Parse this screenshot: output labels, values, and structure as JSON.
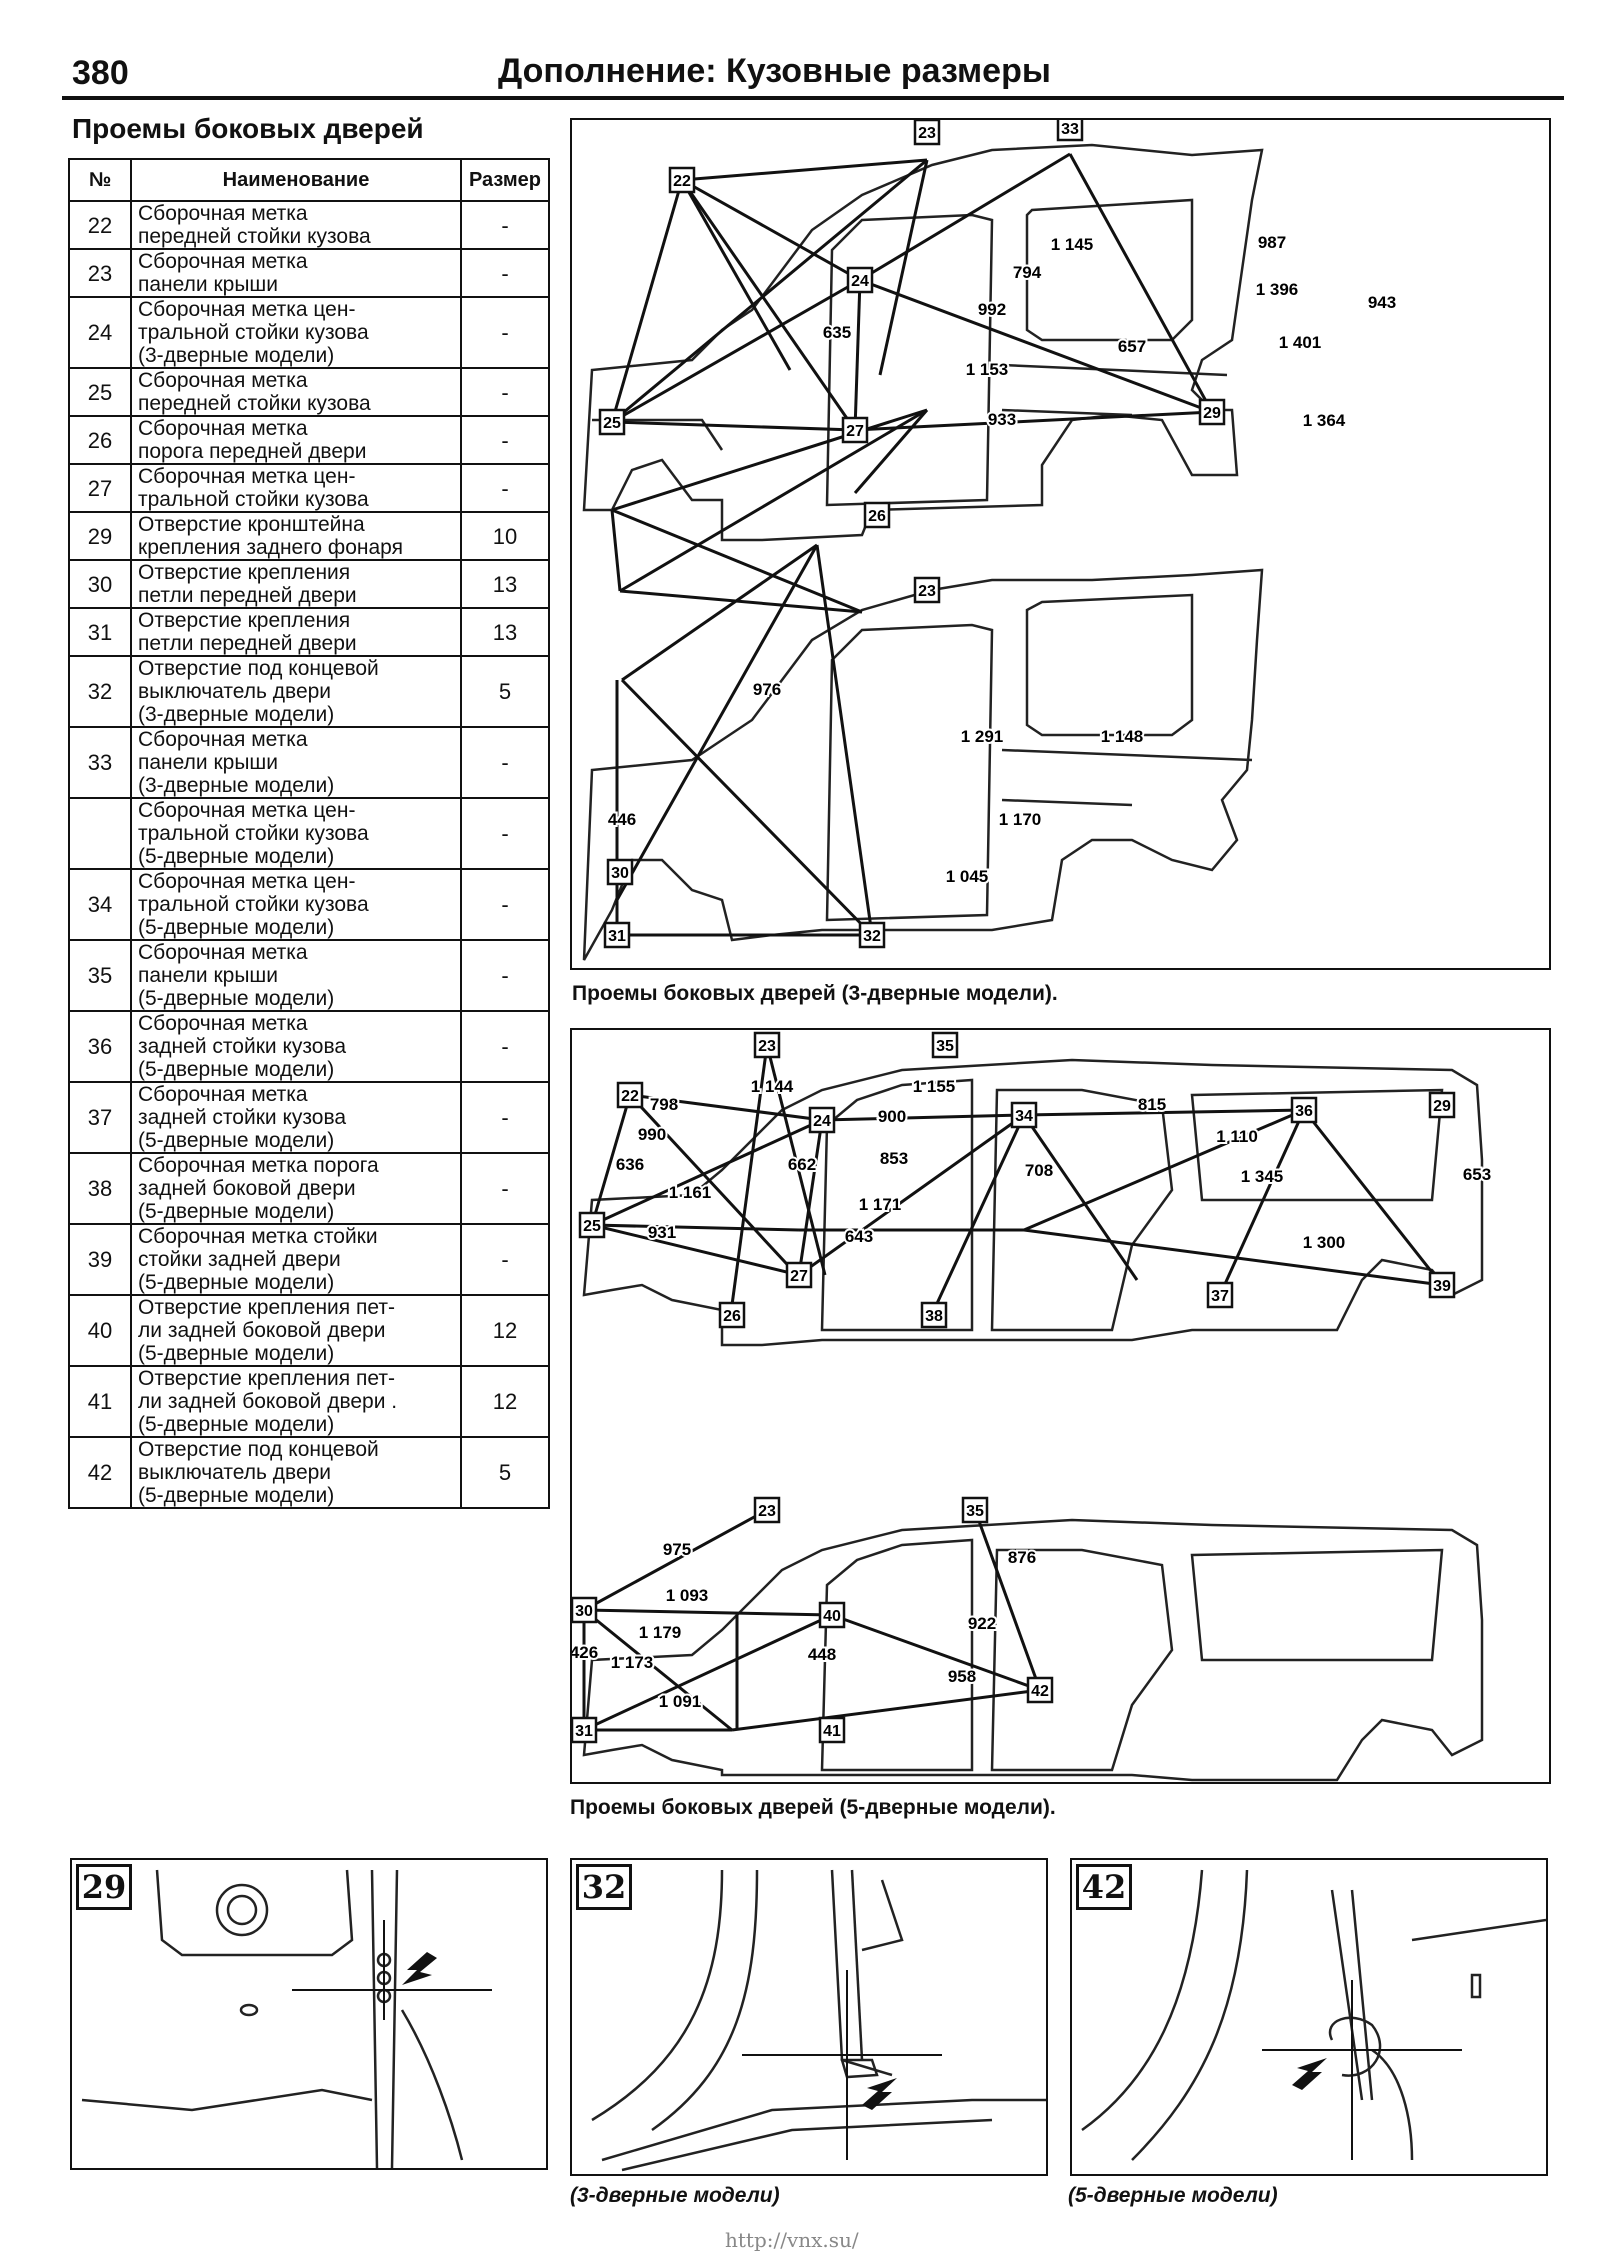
{
  "header": {
    "page_number": "380",
    "title": "Дополнение: Кузовные размеры"
  },
  "section_title": "Проемы боковых дверей",
  "table": {
    "headers": {
      "num": "№",
      "name": "Наименование",
      "size": "Размер"
    },
    "rows": [
      {
        "num": "22",
        "lines": [
          "Сборочная метка",
          "передней стойки кузова"
        ],
        "size": "-"
      },
      {
        "num": "23",
        "lines": [
          "Сборочная метка",
          "панели крыши"
        ],
        "size": "-"
      },
      {
        "num": "24",
        "lines": [
          "Сборочная метка цен-",
          "тральной стойки кузова",
          "(3-дверные модели)"
        ],
        "size": "-"
      },
      {
        "num": "25",
        "lines": [
          "Сборочная метка",
          "передней стойки кузова"
        ],
        "size": "-"
      },
      {
        "num": "26",
        "lines": [
          "Сборочная метка",
          "порога передней двери"
        ],
        "size": "-"
      },
      {
        "num": "27",
        "lines": [
          "Сборочная метка цен-",
          "тральной стойки кузова"
        ],
        "size": "-"
      },
      {
        "num": "29",
        "lines": [
          "Отверстие кронштейна",
          "крепления заднего фонаря"
        ],
        "size": "10"
      },
      {
        "num": "30",
        "lines": [
          "Отверстие крепления",
          "петли передней двери"
        ],
        "size": "13"
      },
      {
        "num": "31",
        "lines": [
          "Отверстие крепления",
          "петли передней двери"
        ],
        "size": "13"
      },
      {
        "num": "32",
        "lines": [
          "Отверстие под концевой",
          "выключатель двери",
          "(3-дверные модели)"
        ],
        "size": "5"
      },
      {
        "num": "33",
        "lines": [
          "Сборочная метка",
          "панели крыши",
          "(3-дверные модели)"
        ],
        "size": "-"
      },
      {
        "num": "",
        "lines": [
          "Сборочная метка цен-",
          "тральной стойки кузова",
          "(5-дверные модели)"
        ],
        "size": "-"
      },
      {
        "num": "34",
        "lines": [
          "Сборочная метка цен-",
          "тральной стойки кузова",
          "(5-дверные модели)"
        ],
        "size": "-"
      },
      {
        "num": "35",
        "lines": [
          "Сборочная метка",
          "панели крыши",
          "(5-дверные модели)"
        ],
        "size": "-"
      },
      {
        "num": "36",
        "lines": [
          "Сборочная метка",
          "задней стойки кузова",
          "(5-дверные модели)"
        ],
        "size": "-"
      },
      {
        "num": "37",
        "lines": [
          "Сборочная метка",
          "задней стойки кузова",
          "(5-дверные модели)"
        ],
        "size": "-"
      },
      {
        "num": "38",
        "lines": [
          "Сборочная метка порога",
          "задней боковой двери",
          "(5-дверные модели)"
        ],
        "size": "-"
      },
      {
        "num": "39",
        "lines": [
          "Сборочная метка стойки",
          "стойки задней двери",
          "(5-дверные модели)"
        ],
        "size": "-"
      },
      {
        "num": "40",
        "lines": [
          "Отверстие крепления пет-",
          "ли задней боковой двери",
          "(5-дверные модели)"
        ],
        "size": "12"
      },
      {
        "num": "41",
        "lines": [
          "Отверстие крепления пет-",
          "ли задней боковой двери .",
          "(5-дверные модели)"
        ],
        "size": "12"
      },
      {
        "num": "42",
        "lines": [
          "Отверстие под концевой",
          "выключатель двери",
          "(5-дверные модели)"
        ],
        "size": "5"
      }
    ]
  },
  "figure_3door": {
    "caption": "Проемы боковых дверей (3-дверные модели).",
    "top_markers": [
      "23",
      "33",
      "22",
      "24",
      "25",
      "27",
      "26",
      "29"
    ],
    "top_dims": [
      "1 145",
      "987",
      "794",
      "992",
      "1 396",
      "943",
      "635",
      "657",
      "1 401",
      "1 153",
      "933",
      "1 364"
    ],
    "bottom_markers": [
      "23",
      "30",
      "31",
      "32"
    ],
    "bottom_dims": [
      "976",
      "1 291",
      "1 148",
      "446",
      "1 170",
      "1 045"
    ]
  },
  "figure_5door": {
    "caption": "Проемы боковых дверей (5-дверные модели).",
    "top_markers": [
      "23",
      "35",
      "22",
      "24",
      "34",
      "29",
      "25",
      "27",
      "37",
      "36",
      "26",
      "38",
      "39"
    ],
    "top_dims": [
      "1 144",
      "1 155",
      "798",
      "900",
      "815",
      "990",
      "1 110",
      "636",
      "662",
      "853",
      "708",
      "1 345",
      "653",
      "1 161",
      "1 171",
      "931",
      "643",
      "1 300"
    ],
    "bottom_markers": [
      "23",
      "35",
      "30",
      "40",
      "42",
      "31",
      "41"
    ],
    "bottom_dims": [
      "975",
      "876",
      "1 093",
      "922",
      "1 179",
      "426",
      "448",
      "1 173",
      "958",
      "1 091"
    ]
  },
  "details": [
    {
      "label": "29",
      "caption": ""
    },
    {
      "label": "32",
      "caption": "(3-дверные модели)"
    },
    {
      "label": "42",
      "caption": "(5-дверные модели)"
    }
  ],
  "footer_url": "http://vnx.su/"
}
